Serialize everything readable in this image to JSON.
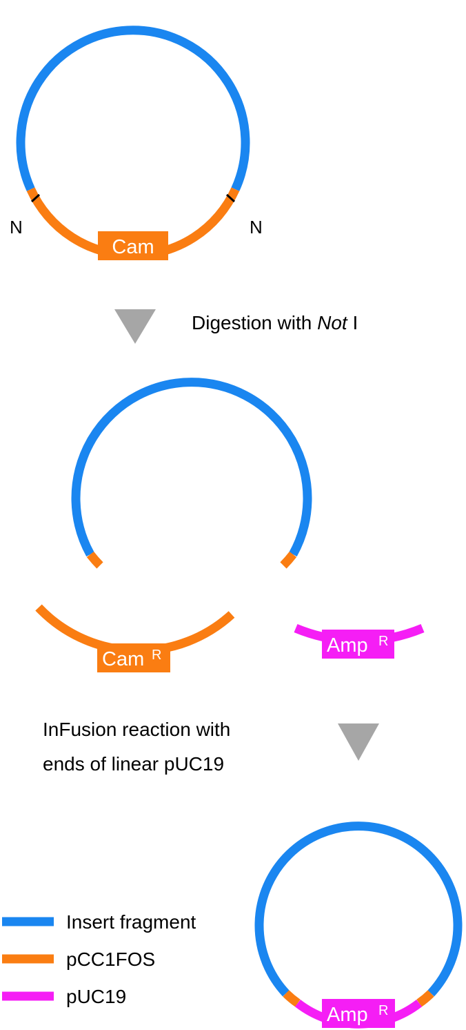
{
  "colors": {
    "insert": "#1a86f0",
    "pcc1fos": "#fa7d12",
    "puc19": "#f51ef5",
    "arrow": "#a6a6a6",
    "text": "#000000",
    "box_text": "#ffffff"
  },
  "top_plasmid": {
    "marker_label": "Cam",
    "site_left": "N",
    "site_right": "N"
  },
  "step1": {
    "label_prefix": "Digestion with ",
    "label_italic": "Not",
    "label_suffix": " I"
  },
  "fragments": {
    "cam_label": "Cam",
    "cam_sup": "R",
    "amp_label": "Amp",
    "amp_sup": "R"
  },
  "step2": {
    "line1": "InFusion reaction with",
    "line2": "ends of linear pUC19"
  },
  "final_plasmid": {
    "marker_label": "Amp",
    "marker_sup": "R"
  },
  "legend": [
    {
      "label": "Insert fragment",
      "color": "#1a86f0"
    },
    {
      "label": "pCC1FOS",
      "color": "#fa7d12"
    },
    {
      "label": "pUC19",
      "color": "#f51ef5"
    }
  ]
}
